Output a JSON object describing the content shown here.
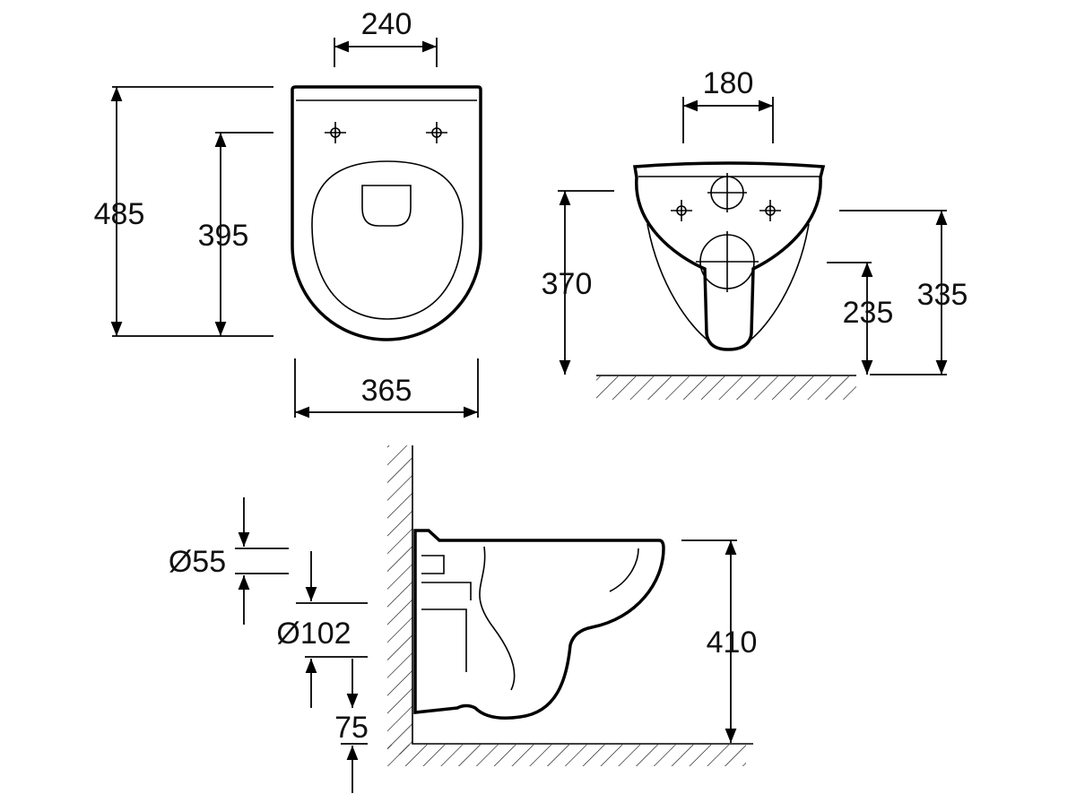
{
  "drawing": {
    "top_view": {
      "width_inner": "240",
      "depth_total": "485",
      "depth_fix": "395",
      "width_total": "365"
    },
    "front_view": {
      "bolt_spacing": "180",
      "height_top": "370",
      "height_outlet": "235",
      "height_fix": "335"
    },
    "side_view": {
      "inlet_diameter": "Ø55",
      "outlet_diameter": "Ø102",
      "outlet_height": "75",
      "rim_height": "410"
    },
    "colors": {
      "line": "#000000",
      "background": "#ffffff"
    }
  }
}
